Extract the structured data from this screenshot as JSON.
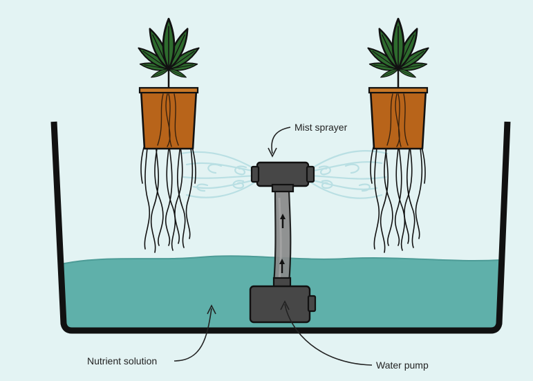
{
  "labels": {
    "mist_sprayer": "Mist sprayer",
    "nutrient_solution": "Nutrient solution",
    "water_pump": "Water pump"
  },
  "colors": {
    "background": "#e3f3f3",
    "water": "#5fb0aa",
    "container_wall": "#111111",
    "pot": "#b8641a",
    "leaf": "#2e6b2e",
    "device": "#474747",
    "tube": "#8a8a8a",
    "mist": "#b9dfe3",
    "text": "#222222"
  },
  "icons": {
    "left_plant": "cannabis-plant-icon",
    "right_plant": "cannabis-plant-icon",
    "flow_arrow": "arrow-up-icon"
  }
}
